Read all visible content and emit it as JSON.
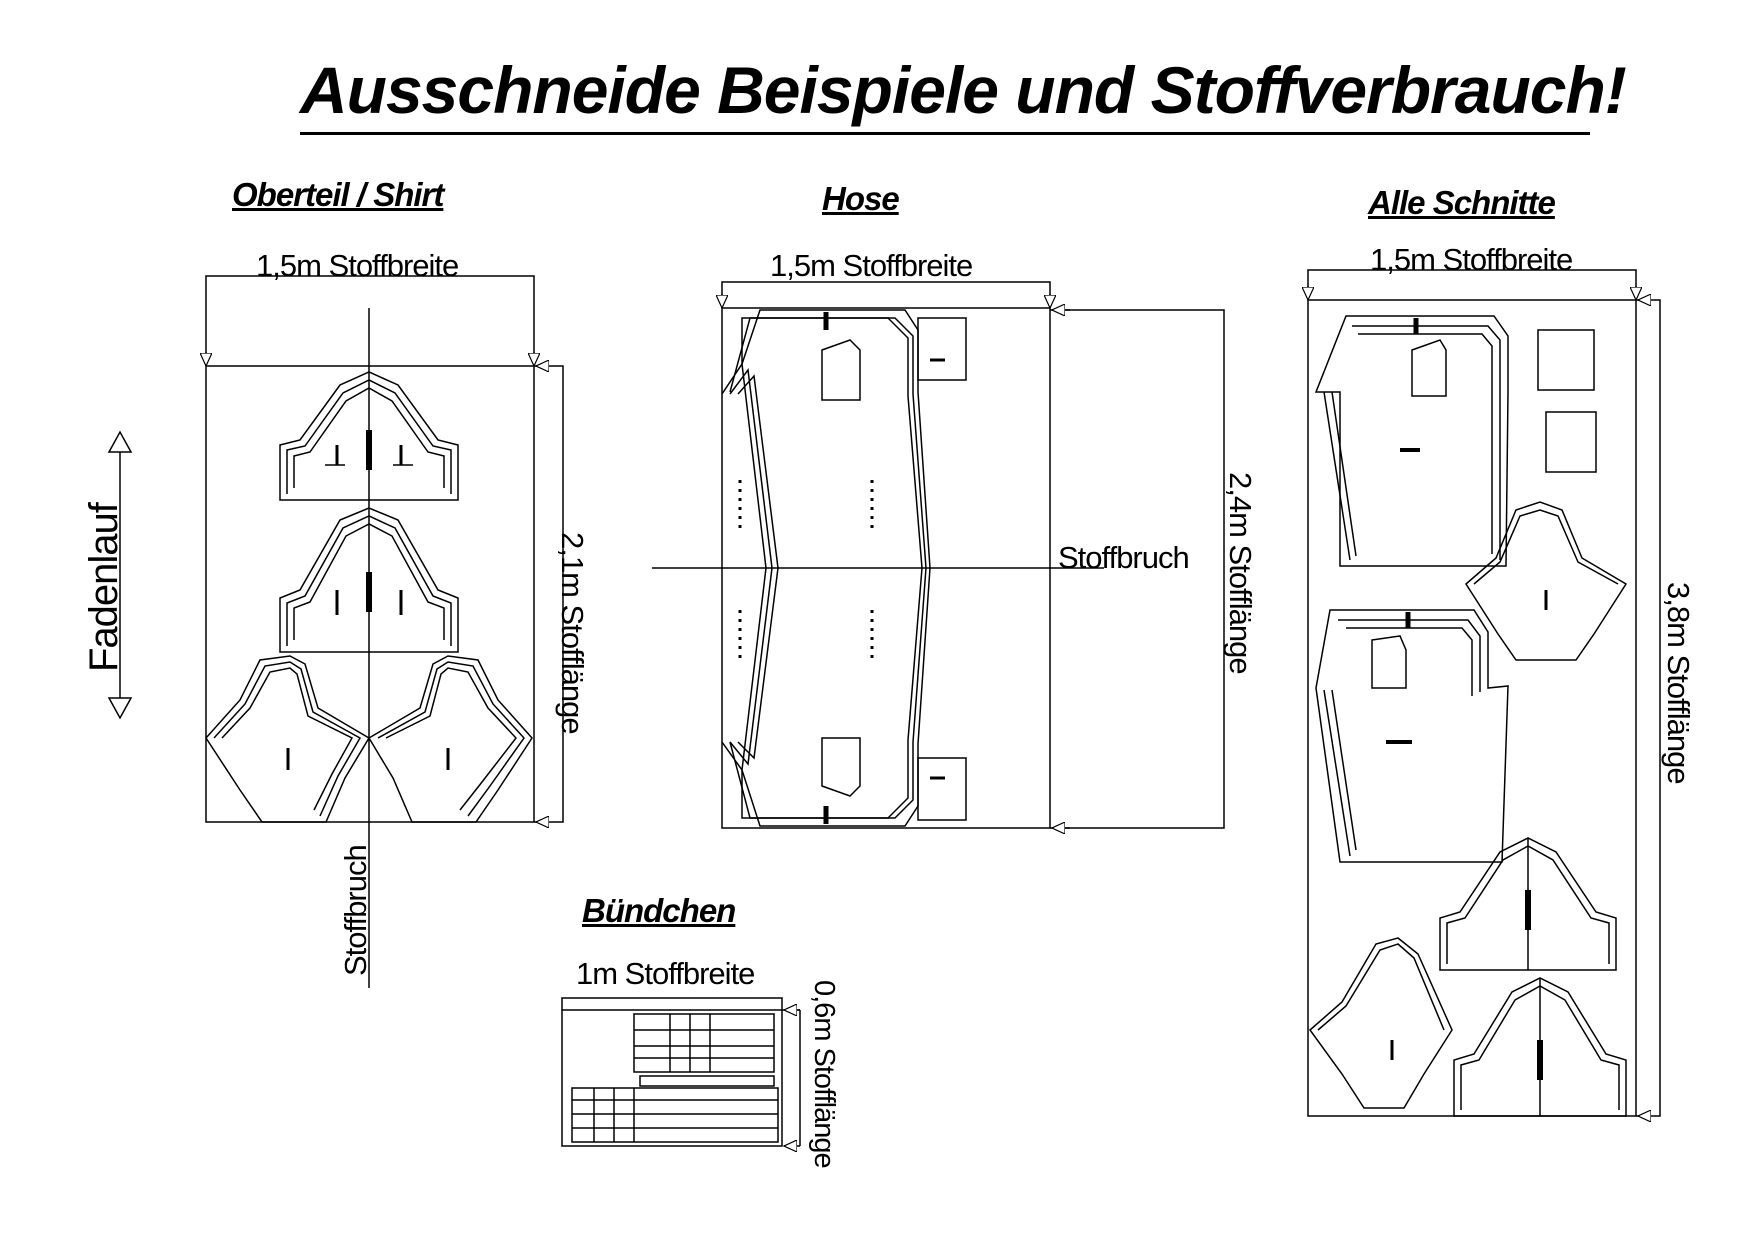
{
  "title": "Ausschneide Beispiele und Stoffverbrauch!",
  "grain_label": "Fadenlauf",
  "sections": {
    "shirt": {
      "heading": "Oberteil / Shirt",
      "width_label": "1,5m Stoffbreite",
      "length_label": "2,1m Stofflänge",
      "fold_label": "Stoffbruch"
    },
    "pants": {
      "heading": "Hose",
      "width_label": "1,5m Stoffbreite",
      "length_label": "2,4m Stofflänge",
      "fold_label": "Stoffbruch"
    },
    "all": {
      "heading": "Alle Schnitte",
      "width_label": "1,5m Stoffbreite",
      "length_label": "3,8m Stofflänge"
    },
    "cuffs": {
      "heading": "Bündchen",
      "width_label": "1m Stoffbreite",
      "length_label": "0,6m Stofflänge"
    }
  }
}
